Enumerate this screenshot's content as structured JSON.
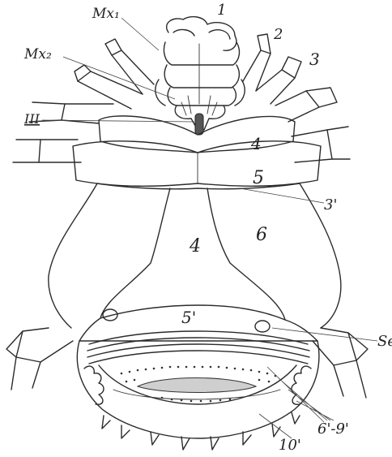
{
  "figure": {
    "labels": {
      "mx1": "Mx₁",
      "mx2": "Mx₂",
      "l1": "1",
      "l2": "2",
      "l3": "3",
      "l4a": "4",
      "l5": "5",
      "l6": "6",
      "lIII": "III",
      "l3p": "3'",
      "l4b": "4",
      "l5p": "5'",
      "se": "Se",
      "l6_9": "6'-9'",
      "l10p": "10'"
    }
  }
}
